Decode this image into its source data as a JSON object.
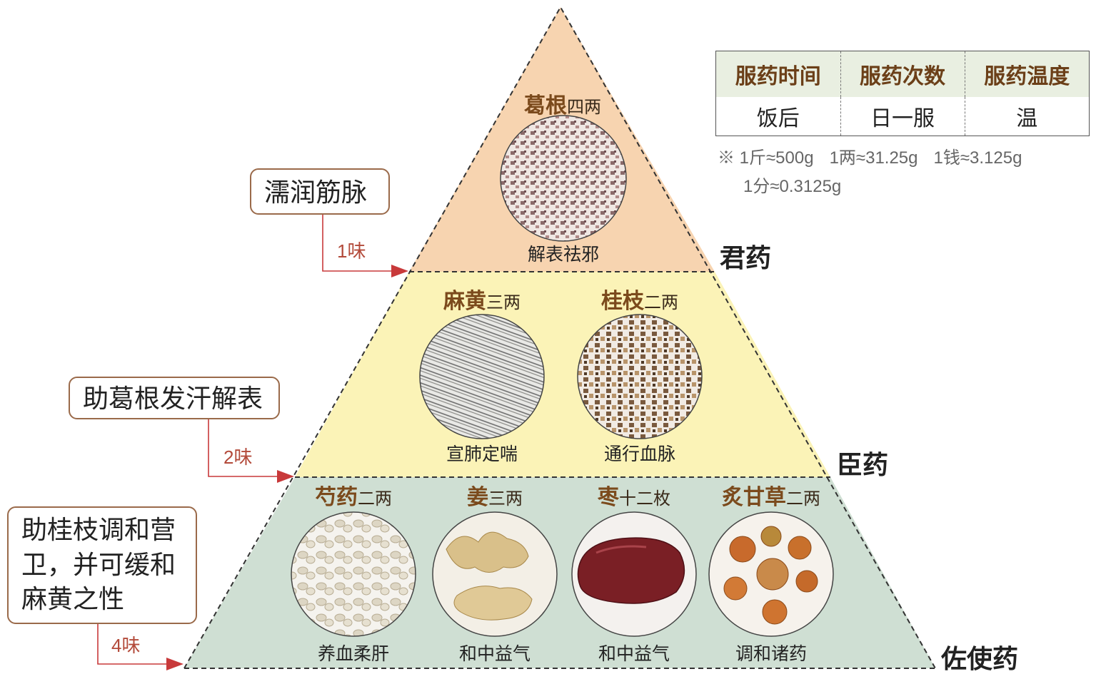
{
  "tiers": {
    "jun": {
      "label": "君药",
      "count": "1味",
      "role": "濡润筋脉",
      "herbs": [
        {
          "name": "葛根",
          "dose": "四两",
          "function": "解表祛邪"
        }
      ]
    },
    "chen": {
      "label": "臣药",
      "count": "2味",
      "role": "助葛根发汗解表",
      "herbs": [
        {
          "name": "麻黄",
          "dose": "三两",
          "function": "宣肺定喘"
        },
        {
          "name": "桂枝",
          "dose": "二两",
          "function": "通行血脉"
        }
      ]
    },
    "zuoshi": {
      "label": "佐使药",
      "count": "4味",
      "role_lines": [
        "助桂枝调和营",
        "卫，并可缓和",
        "麻黄之性"
      ],
      "herbs": [
        {
          "name": "芍药",
          "dose": "二两",
          "function": "养血柔肝"
        },
        {
          "name": "姜",
          "dose": "三两",
          "function": "和中益气"
        },
        {
          "name": "枣",
          "dose": "十二枚",
          "function": "和中益气"
        },
        {
          "name": "炙甘草",
          "dose": "二两",
          "function": "调和诸药"
        }
      ]
    }
  },
  "dosing": {
    "headers": [
      "服药时间",
      "服药次数",
      "服药温度"
    ],
    "values": [
      "饭后",
      "日一服",
      "温"
    ]
  },
  "notes": [
    "※ 1斤≈500g",
    "1两≈31.25g",
    "1钱≈3.125g",
    "1分≈0.3125g"
  ],
  "colors": {
    "jun_fill": "#f7d4b0",
    "chen_fill": "#fbf3b7",
    "zuoshi_fill": "#cfdfd3",
    "arrow": "#c8393a",
    "herb_name": "#7b4a1c"
  }
}
